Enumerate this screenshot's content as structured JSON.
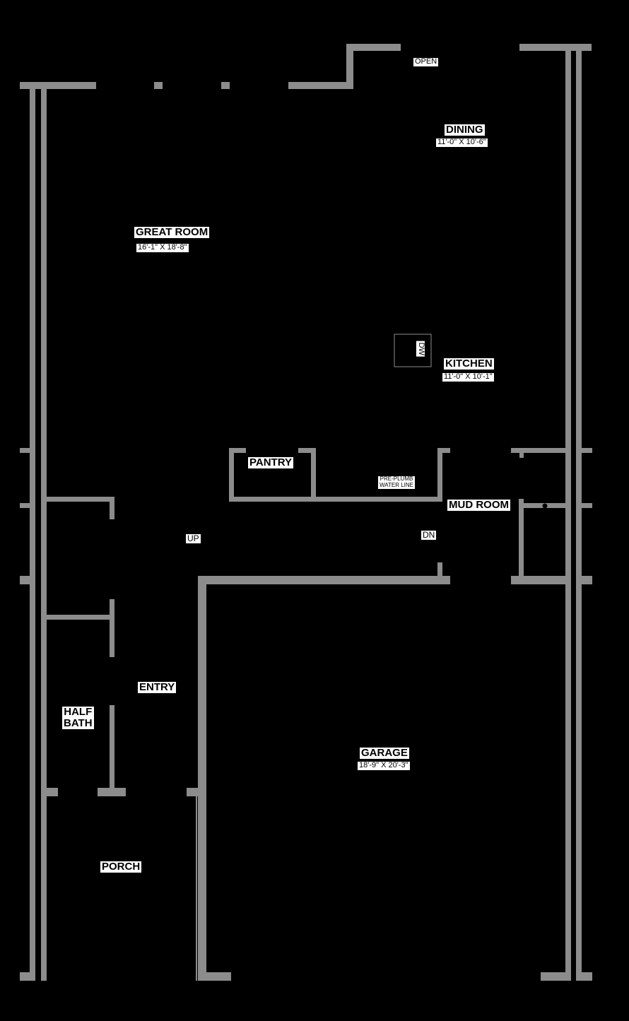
{
  "plan": {
    "background": "#000000",
    "wall_color": "#8c8c8c",
    "label_bg": "#ffffff",
    "label_text": "#000000"
  },
  "rooms": {
    "great_room": {
      "name": "GREAT ROOM",
      "dim": "16'-1\" X 18'-8\""
    },
    "dining": {
      "name": "DINING",
      "dim": "11'-0\" X 10'-6\""
    },
    "kitchen": {
      "name": "KITCHEN",
      "dim": "11'-0\" X 10'-1\""
    },
    "pantry": {
      "name": "PANTRY"
    },
    "mud_room": {
      "name": "MUD ROOM"
    },
    "entry": {
      "name": "ENTRY"
    },
    "half_bath": {
      "name_line1": "HALF",
      "name_line2": "BATH"
    },
    "garage": {
      "name": "GARAGE",
      "dim": "18'-9\" X 20'-3\""
    },
    "porch": {
      "name": "PORCH"
    }
  },
  "notes": {
    "open": "OPEN",
    "dishwasher": "DW",
    "pre_plumb_line1": "PRE-PLUMB",
    "pre_plumb_line2": "WATER LINE",
    "stair_up": "UP",
    "stair_down": "DN"
  }
}
